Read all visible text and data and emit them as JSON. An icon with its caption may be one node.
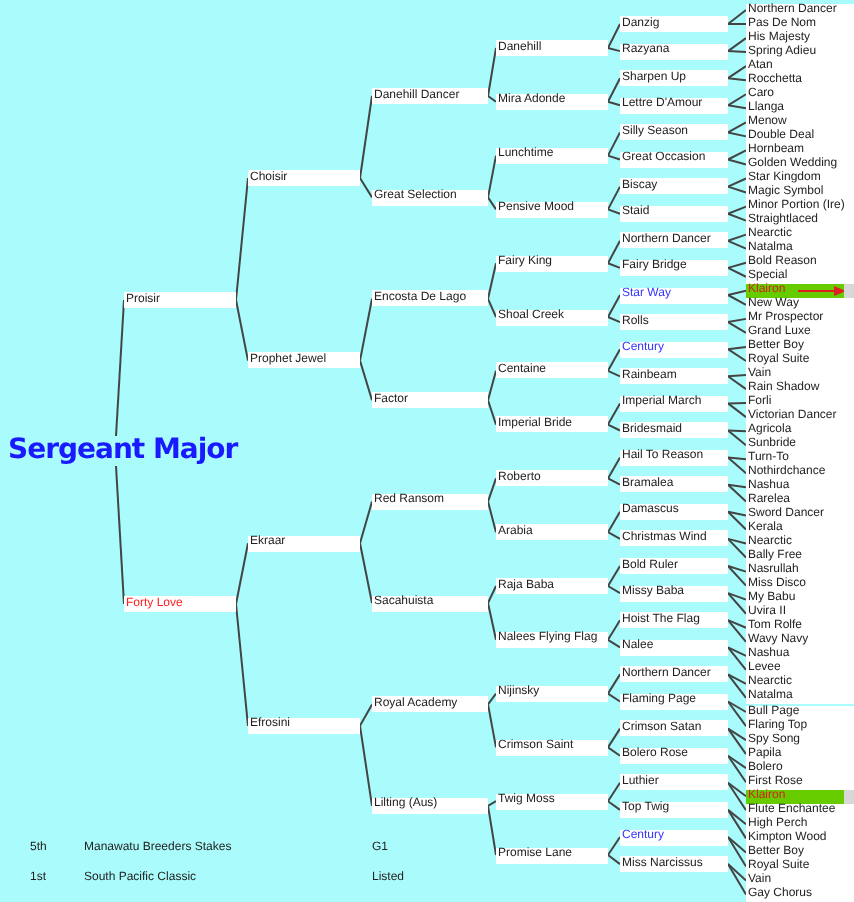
{
  "diagram": {
    "nodes": [
      {
        "text": [
          "Sergeant Major"
        ]
      },
      {
        "text": [
          "Proisir"
        ]
      },
      {
        "text": [
          "Forty Love"
        ]
      },
      {
        "text": [
          "Choisir"
        ]
      },
      {
        "text": [
          "Prophet Jewel"
        ]
      },
      {
        "text": [
          "Ekraar"
        ]
      },
      {
        "text": [
          "Efrosini"
        ]
      },
      {
        "text": [
          "Danehill Dancer"
        ]
      },
      {
        "text": [
          "Great Selection"
        ]
      },
      {
        "text": [
          "Encosta De Lago"
        ]
      },
      {
        "text": [
          "Factor"
        ]
      },
      {
        "text": [
          "Red Ransom"
        ]
      },
      {
        "text": [
          "Sacahuista"
        ]
      },
      {
        "text": [
          "Royal Academy"
        ]
      },
      {
        "text": [
          "Lilting (Aus)"
        ]
      },
      {
        "text": [
          "Danehill"
        ]
      },
      {
        "text": [
          "Mira Adonde"
        ]
      },
      {
        "text": [
          "Lunchtime"
        ]
      },
      {
        "text": [
          "Pensive Mood"
        ]
      },
      {
        "text": [
          "Fairy King"
        ]
      },
      {
        "text": [
          "Shoal Creek"
        ]
      },
      {
        "text": [
          "Centaine"
        ]
      },
      {
        "text": [
          "Imperial Bride"
        ]
      },
      {
        "text": [
          "Roberto"
        ]
      },
      {
        "text": [
          "Arabia"
        ]
      },
      {
        "text": [
          "Raja Baba"
        ]
      },
      {
        "text": [
          "Nalees Flying Flag"
        ]
      },
      {
        "text": [
          "Nijinsky"
        ]
      },
      {
        "text": [
          "Crimson Saint"
        ]
      },
      {
        "text": [
          "Twig Moss"
        ]
      },
      {
        "text": [
          "Promise Lane"
        ]
      },
      {
        "text": [
          "Danzig"
        ]
      },
      {
        "text": [
          "Razyana"
        ]
      },
      {
        "text": [
          "Sharpen Up"
        ]
      },
      {
        "text": [
          "Lettre D'Amour"
        ]
      },
      {
        "text": [
          "Silly Season"
        ]
      },
      {
        "text": [
          "Great Occasion"
        ]
      },
      {
        "text": [
          "Biscay"
        ]
      },
      {
        "text": [
          "Staid"
        ]
      },
      {
        "text": [
          "Northern Dancer"
        ]
      },
      {
        "text": [
          "Fairy Bridge"
        ]
      },
      {
        "text": [
          "Star Way"
        ]
      },
      {
        "text": [
          "Rolls"
        ]
      },
      {
        "text": [
          "Century"
        ]
      },
      {
        "text": [
          "Rainbeam"
        ]
      },
      {
        "text": [
          "Imperial March"
        ]
      },
      {
        "text": [
          "Bridesmaid"
        ]
      },
      {
        "text": [
          "Hail To Reason"
        ]
      },
      {
        "text": [
          "Bramalea"
        ]
      },
      {
        "text": [
          "Damascus"
        ]
      },
      {
        "text": [
          "Christmas Wind"
        ]
      },
      {
        "text": [
          "Bold Ruler"
        ]
      },
      {
        "text": [
          "Missy Baba"
        ]
      },
      {
        "text": [
          "Hoist The Flag"
        ]
      },
      {
        "text": [
          "Nalee"
        ]
      },
      {
        "text": [
          "Northern Dancer"
        ]
      },
      {
        "text": [
          "Flaming Page"
        ]
      },
      {
        "text": [
          "Crimson Satan"
        ]
      },
      {
        "text": [
          "Bolero Rose"
        ]
      },
      {
        "text": [
          "Luthier"
        ]
      },
      {
        "text": [
          "Top Twig"
        ]
      },
      {
        "text": [
          "Century"
        ]
      },
      {
        "text": [
          "Miss Narcissus"
        ]
      },
      {
        "text": [
          "Northern Dancer"
        ]
      },
      {
        "text": [
          "Pas De Nom"
        ]
      },
      {
        "text": [
          "His Majesty"
        ]
      },
      {
        "text": [
          "Spring Adieu"
        ]
      },
      {
        "text": [
          "Atan"
        ]
      },
      {
        "text": [
          "Rocchetta"
        ]
      },
      {
        "text": [
          "Caro"
        ]
      },
      {
        "text": [
          "Llanga"
        ]
      },
      {
        "text": [
          "Menow"
        ]
      },
      {
        "text": [
          "Double Deal"
        ]
      },
      {
        "text": [
          "Hornbeam"
        ]
      },
      {
        "text": [
          "Golden Wedding"
        ]
      },
      {
        "text": [
          "Star Kingdom"
        ]
      },
      {
        "text": [
          "Magic Symbol"
        ]
      },
      {
        "text": [
          "Minor Portion (Ire)"
        ]
      },
      {
        "text": [
          "Straightlaced"
        ]
      },
      {
        "text": [
          "Nearctic"
        ]
      },
      {
        "text": [
          "Natalma"
        ]
      },
      {
        "text": [
          "Bold Reason"
        ]
      },
      {
        "text": [
          "Special"
        ]
      },
      {
        "text": [
          "Klairon"
        ]
      },
      {
        "text": [
          "New Way"
        ]
      },
      {
        "text": [
          "Mr Prospector"
        ]
      },
      {
        "text": [
          "Grand Luxe"
        ]
      },
      {
        "text": [
          "Better Boy"
        ]
      },
      {
        "text": [
          "Royal Suite"
        ]
      },
      {
        "text": [
          "Vain"
        ]
      },
      {
        "text": [
          "Rain Shadow"
        ]
      },
      {
        "text": [
          "Forli"
        ]
      },
      {
        "text": [
          "Victorian Dancer"
        ]
      },
      {
        "text": [
          "Agricola"
        ]
      },
      {
        "text": [
          "Sunbride"
        ]
      },
      {
        "text": [
          "Turn-To"
        ]
      },
      {
        "text": [
          "Nothirdchance"
        ]
      },
      {
        "text": [
          "Nashua"
        ]
      },
      {
        "text": [
          "Rarelea"
        ]
      },
      {
        "text": [
          "Sword Dancer"
        ]
      },
      {
        "text": [
          "Kerala"
        ]
      },
      {
        "text": [
          "Nearctic"
        ]
      },
      {
        "text": [
          "Bally Free"
        ]
      },
      {
        "text": [
          "Nasrullah"
        ]
      },
      {
        "text": [
          "Miss Disco"
        ]
      },
      {
        "text": [
          "My Babu"
        ]
      },
      {
        "text": [
          "Uvira II"
        ]
      },
      {
        "text": [
          "Tom Rolfe"
        ]
      },
      {
        "text": [
          "Wavy Navy"
        ]
      },
      {
        "text": [
          "Nashua"
        ]
      },
      {
        "text": [
          "Levee"
        ]
      },
      {
        "text": [
          "Nearctic"
        ]
      },
      {
        "text": [
          "Natalma"
        ]
      },
      {
        "text": [
          "Bull Page"
        ]
      },
      {
        "text": [
          "Flaring Top"
        ]
      },
      {
        "text": [
          "Spy Song"
        ]
      },
      {
        "text": [
          "Papila"
        ]
      },
      {
        "text": [
          "Bolero"
        ]
      },
      {
        "text": [
          "First Rose"
        ]
      },
      {
        "text": [
          "Klairon"
        ]
      },
      {
        "text": [
          "Flute Enchantee"
        ]
      },
      {
        "text": [
          "High Perch"
        ]
      },
      {
        "text": [
          "Kimpton Wood"
        ]
      },
      {
        "text": [
          "Better Boy"
        ]
      },
      {
        "text": [
          "Royal Suite"
        ]
      },
      {
        "text": [
          "Vain"
        ]
      },
      {
        "text": [
          "Gay Chorus"
        ]
      }
    ],
    "edges": [
      {
        "from": 0,
        "to": 1,
        "arrow": "none"
      },
      {
        "from": 0,
        "to": 2,
        "arrow": "none"
      },
      {
        "from": 1,
        "to": 3,
        "arrow": "none"
      },
      {
        "from": 1,
        "to": 4,
        "arrow": "none"
      },
      {
        "from": 2,
        "to": 5,
        "arrow": "none"
      },
      {
        "from": 2,
        "to": 6,
        "arrow": "none"
      },
      {
        "from": 3,
        "to": 7,
        "arrow": "none"
      },
      {
        "from": 3,
        "to": 8,
        "arrow": "none"
      },
      {
        "from": 4,
        "to": 9,
        "arrow": "none"
      },
      {
        "from": 4,
        "to": 10,
        "arrow": "none"
      },
      {
        "from": 5,
        "to": 11,
        "arrow": "none"
      },
      {
        "from": 5,
        "to": 12,
        "arrow": "none"
      },
      {
        "from": 6,
        "to": 13,
        "arrow": "none"
      },
      {
        "from": 6,
        "to": 14,
        "arrow": "none"
      },
      {
        "from": 7,
        "to": 15,
        "arrow": "none"
      },
      {
        "from": 7,
        "to": 16,
        "arrow": "none"
      },
      {
        "from": 8,
        "to": 17,
        "arrow": "none"
      },
      {
        "from": 8,
        "to": 18,
        "arrow": "none"
      },
      {
        "from": 9,
        "to": 19,
        "arrow": "none"
      },
      {
        "from": 9,
        "to": 20,
        "arrow": "none"
      },
      {
        "from": 10,
        "to": 21,
        "arrow": "none"
      },
      {
        "from": 10,
        "to": 22,
        "arrow": "none"
      },
      {
        "from": 11,
        "to": 23,
        "arrow": "none"
      },
      {
        "from": 11,
        "to": 24,
        "arrow": "none"
      },
      {
        "from": 12,
        "to": 25,
        "arrow": "none"
      },
      {
        "from": 12,
        "to": 26,
        "arrow": "none"
      },
      {
        "from": 13,
        "to": 27,
        "arrow": "none"
      },
      {
        "from": 13,
        "to": 28,
        "arrow": "none"
      },
      {
        "from": 14,
        "to": 29,
        "arrow": "none"
      },
      {
        "from": 14,
        "to": 30,
        "arrow": "none"
      },
      {
        "from": 15,
        "to": 31,
        "arrow": "none"
      },
      {
        "from": 15,
        "to": 32,
        "arrow": "none"
      },
      {
        "from": 16,
        "to": 33,
        "arrow": "none"
      },
      {
        "from": 16,
        "to": 34,
        "arrow": "none"
      },
      {
        "from": 17,
        "to": 35,
        "arrow": "none"
      },
      {
        "from": 17,
        "to": 36,
        "arrow": "none"
      },
      {
        "from": 18,
        "to": 37,
        "arrow": "none"
      },
      {
        "from": 18,
        "to": 38,
        "arrow": "none"
      },
      {
        "from": 19,
        "to": 39,
        "arrow": "none"
      },
      {
        "from": 19,
        "to": 40,
        "arrow": "none"
      },
      {
        "from": 20,
        "to": 41,
        "arrow": "none"
      },
      {
        "from": 20,
        "to": 42,
        "arrow": "none"
      },
      {
        "from": 21,
        "to": 43,
        "arrow": "none"
      },
      {
        "from": 21,
        "to": 44,
        "arrow": "none"
      },
      {
        "from": 22,
        "to": 45,
        "arrow": "none"
      },
      {
        "from": 22,
        "to": 46,
        "arrow": "none"
      },
      {
        "from": 23,
        "to": 47,
        "arrow": "none"
      },
      {
        "from": 23,
        "to": 48,
        "arrow": "none"
      },
      {
        "from": 24,
        "to": 49,
        "arrow": "none"
      },
      {
        "from": 24,
        "to": 50,
        "arrow": "none"
      },
      {
        "from": 25,
        "to": 51,
        "arrow": "none"
      },
      {
        "from": 25,
        "to": 52,
        "arrow": "none"
      },
      {
        "from": 26,
        "to": 53,
        "arrow": "none"
      },
      {
        "from": 26,
        "to": 54,
        "arrow": "none"
      },
      {
        "from": 27,
        "to": 55,
        "arrow": "none"
      },
      {
        "from": 27,
        "to": 56,
        "arrow": "none"
      },
      {
        "from": 28,
        "to": 57,
        "arrow": "none"
      },
      {
        "from": 28,
        "to": 58,
        "arrow": "none"
      },
      {
        "from": 29,
        "to": 59,
        "arrow": "none"
      },
      {
        "from": 29,
        "to": 60,
        "arrow": "none"
      },
      {
        "from": 30,
        "to": 61,
        "arrow": "none"
      },
      {
        "from": 30,
        "to": 62,
        "arrow": "none"
      },
      {
        "from": 31,
        "to": 63,
        "arrow": "none"
      },
      {
        "from": 31,
        "to": 64,
        "arrow": "none"
      },
      {
        "from": 32,
        "to": 65,
        "arrow": "none"
      },
      {
        "from": 32,
        "to": 66,
        "arrow": "none"
      },
      {
        "from": 33,
        "to": 67,
        "arrow": "none"
      },
      {
        "from": 33,
        "to": 68,
        "arrow": "none"
      },
      {
        "from": 34,
        "to": 69,
        "arrow": "none"
      },
      {
        "from": 34,
        "to": 70,
        "arrow": "none"
      },
      {
        "from": 35,
        "to": 71,
        "arrow": "none"
      },
      {
        "from": 35,
        "to": 72,
        "arrow": "none"
      },
      {
        "from": 36,
        "to": 73,
        "arrow": "none"
      },
      {
        "from": 36,
        "to": 74,
        "arrow": "none"
      },
      {
        "from": 37,
        "to": 75,
        "arrow": "none"
      },
      {
        "from": 37,
        "to": 76,
        "arrow": "none"
      },
      {
        "from": 38,
        "to": 77,
        "arrow": "none"
      },
      {
        "from": 38,
        "to": 78,
        "arrow": "none"
      },
      {
        "from": 39,
        "to": 79,
        "arrow": "none"
      },
      {
        "from": 39,
        "to": 80,
        "arrow": "none"
      },
      {
        "from": 40,
        "to": 81,
        "arrow": "none"
      },
      {
        "from": 40,
        "to": 82,
        "arrow": "none"
      },
      {
        "from": 41,
        "to": 83,
        "arrow": "none"
      },
      {
        "from": 41,
        "to": 84,
        "arrow": "none"
      },
      {
        "from": 42,
        "to": 85,
        "arrow": "none"
      },
      {
        "from": 42,
        "to": 86,
        "arrow": "none"
      },
      {
        "from": 43,
        "to": 87,
        "arrow": "none"
      },
      {
        "from": 43,
        "to": 88,
        "arrow": "none"
      },
      {
        "from": 44,
        "to": 89,
        "arrow": "none"
      },
      {
        "from": 44,
        "to": 90,
        "arrow": "none"
      },
      {
        "from": 45,
        "to": 91,
        "arrow": "none"
      },
      {
        "from": 45,
        "to": 92,
        "arrow": "none"
      },
      {
        "from": 46,
        "to": 93,
        "arrow": "none"
      },
      {
        "from": 46,
        "to": 94,
        "arrow": "none"
      },
      {
        "from": 47,
        "to": 95,
        "arrow": "none"
      },
      {
        "from": 47,
        "to": 96,
        "arrow": "none"
      },
      {
        "from": 48,
        "to": 97,
        "arrow": "none"
      },
      {
        "from": 48,
        "to": 98,
        "arrow": "none"
      },
      {
        "from": 49,
        "to": 99,
        "arrow": "none"
      },
      {
        "from": 49,
        "to": 100,
        "arrow": "none"
      },
      {
        "from": 50,
        "to": 101,
        "arrow": "none"
      },
      {
        "from": 50,
        "to": 102,
        "arrow": "none"
      },
      {
        "from": 51,
        "to": 103,
        "arrow": "none"
      },
      {
        "from": 51,
        "to": 104,
        "arrow": "none"
      },
      {
        "from": 52,
        "to": 105,
        "arrow": "none"
      },
      {
        "from": 52,
        "to": 106,
        "arrow": "none"
      },
      {
        "from": 53,
        "to": 107,
        "arrow": "none"
      },
      {
        "from": 53,
        "to": 108,
        "arrow": "none"
      },
      {
        "from": 54,
        "to": 109,
        "arrow": "none"
      },
      {
        "from": 54,
        "to": 110,
        "arrow": "none"
      },
      {
        "from": 55,
        "to": 111,
        "arrow": "none"
      },
      {
        "from": 55,
        "to": 112,
        "arrow": "none"
      },
      {
        "from": 56,
        "to": 113,
        "arrow": "none"
      },
      {
        "from": 56,
        "to": 114,
        "arrow": "none"
      },
      {
        "from": 57,
        "to": 115,
        "arrow": "none"
      },
      {
        "from": 57,
        "to": 116,
        "arrow": "none"
      },
      {
        "from": 58,
        "to": 117,
        "arrow": "none"
      },
      {
        "from": 58,
        "to": 118,
        "arrow": "none"
      },
      {
        "from": 59,
        "to": 119,
        "arrow": "none"
      },
      {
        "from": 59,
        "to": 120,
        "arrow": "none"
      },
      {
        "from": 60,
        "to": 121,
        "arrow": "none"
      },
      {
        "from": 60,
        "to": 122,
        "arrow": "none"
      },
      {
        "from": 61,
        "to": 123,
        "arrow": "none"
      },
      {
        "from": 61,
        "to": 124,
        "arrow": "none"
      },
      {
        "from": 62,
        "to": 125,
        "arrow": "none"
      },
      {
        "from": 62,
        "to": 126,
        "arrow": "none"
      }
    ],
    "labels": [
      "5th",
      "Manawatu Breeders Stakes",
      "G1",
      "1st",
      "South Pacific Classic",
      "Listed"
    ]
  }
}
